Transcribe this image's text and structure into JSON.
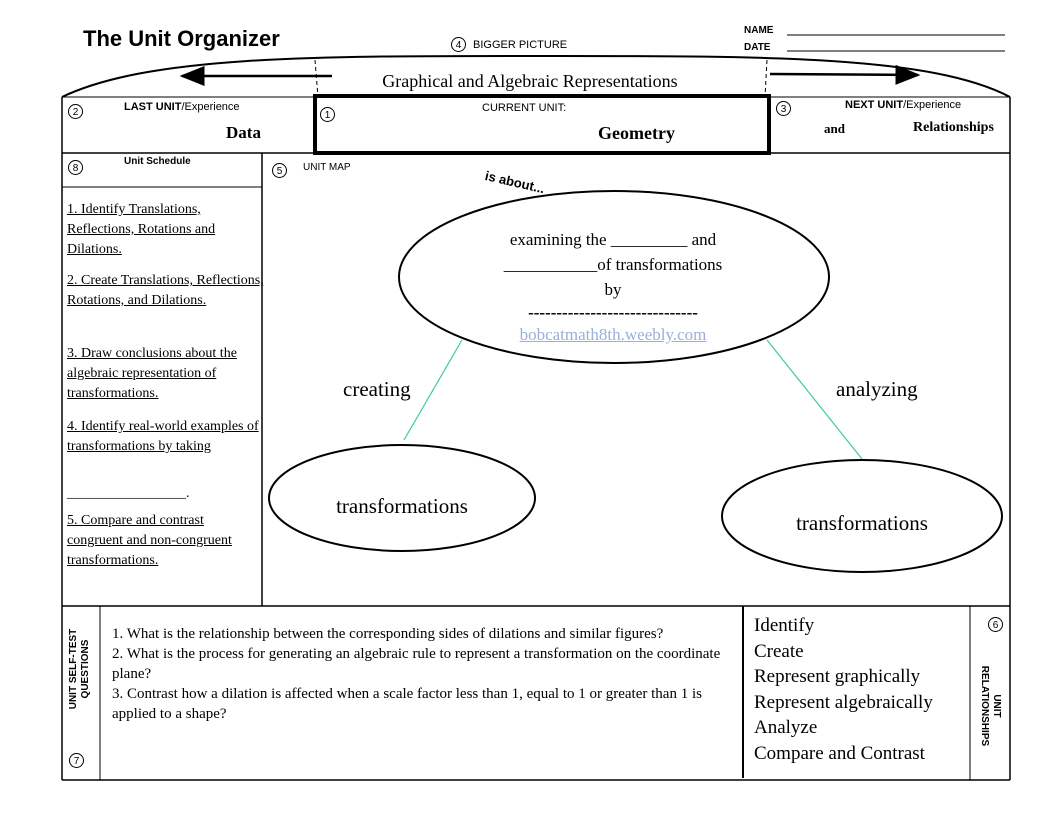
{
  "header": {
    "title": "The Unit Organizer",
    "bigger_picture_num": "4",
    "bigger_picture_label": "BIGGER PICTURE",
    "name_label": "NAME",
    "date_label": "DATE",
    "bigger_picture_value": "Graphical and Algebraic Representations"
  },
  "last_unit": {
    "num": "2",
    "label_bold": "LAST UNIT",
    "label_rest": "/Experience",
    "value": "Data"
  },
  "current_unit": {
    "num": "1",
    "label": "CURRENT  UNIT:",
    "value": "Geometry"
  },
  "next_unit": {
    "num": "3",
    "label_bold": "NEXT UNIT",
    "label_rest": "/Experience",
    "value_a": "and",
    "value_b": "Relationships"
  },
  "schedule": {
    "num": "8",
    "label": "Unit Schedule",
    "items": [
      "1. Identify Translations, Reflections, Rotations and Dilations.",
      "2.  Create Translations, Reflections, Rotations, and Dilations.",
      "3.  Draw conclusions about the algebraic representation of transformations.",
      "4.  Identify real-world examples of transformations by taking",
      "_________________.",
      "5.  Compare and contrast congruent and non-congruent transformations."
    ]
  },
  "unit_map": {
    "num": "5",
    "label": "UNIT MAP",
    "is_about": "is about...",
    "main_line1": "examining the _________ and",
    "main_line2": "___________of transformations",
    "main_line3": "by",
    "main_line4": "------------------------------",
    "main_link": "bobcatmath8th.weebly.com",
    "left_connector": "creating",
    "right_connector": "analyzing",
    "left_node": "transformations",
    "right_node": "transformations"
  },
  "self_test": {
    "label_line1": "UNIT SELF-TEST",
    "label_line2": "QUESTIONS",
    "num": "7",
    "questions": [
      "1.  What is the relationship between the corresponding sides of dilations and similar figures?",
      "2.  What is the process for generating an algebraic rule to represent a transformation on the coordinate plane?",
      "3.  Contrast how a dilation is affected when a scale factor less than 1, equal to 1 or greater than 1 is applied to a shape?"
    ]
  },
  "relationships": {
    "num": "6",
    "label_line1": "UNIT",
    "label_line2": "RELATIONSHIPS",
    "items": [
      "Identify",
      "Create",
      "Represent graphically",
      "Represent algebraically",
      "Analyze",
      "Compare and Contrast"
    ]
  }
}
